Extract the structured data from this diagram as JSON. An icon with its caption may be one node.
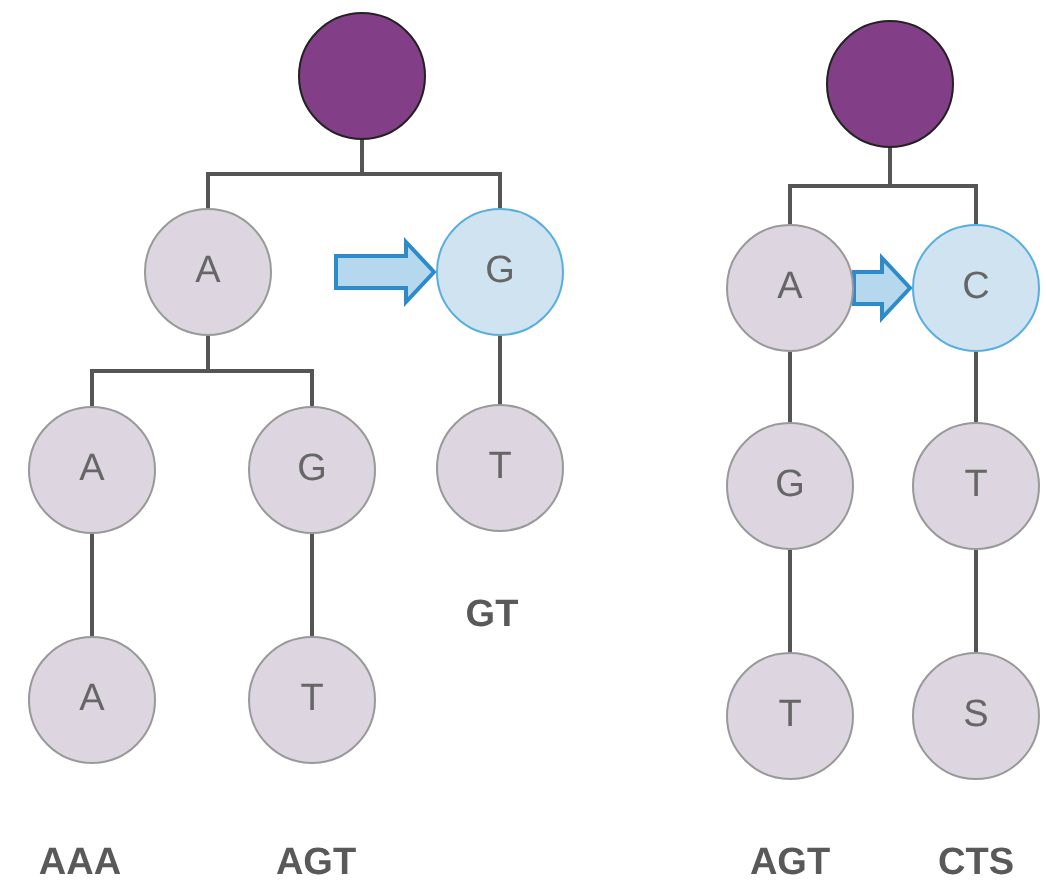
{
  "diagram": {
    "nodes": [
      {
        "text": [],
        "shape": "circle"
      },
      {
        "text": [
          "A"
        ]
      },
      {
        "text": [
          "G"
        ]
      },
      {
        "text": [
          "A"
        ]
      },
      {
        "text": [
          "G"
        ]
      },
      {
        "text": [
          "T"
        ]
      },
      {
        "text": [
          "A"
        ]
      },
      {
        "text": [
          "T"
        ]
      },
      {
        "text": [],
        "shape": "circle"
      },
      {
        "text": [
          "A"
        ]
      },
      {
        "text": [
          "C"
        ]
      },
      {
        "text": [
          "G"
        ]
      },
      {
        "text": [
          "T"
        ]
      },
      {
        "text": [
          "T"
        ]
      },
      {
        "text": [
          "S"
        ]
      }
    ],
    "edges": [
      {
        "from": 0,
        "to": 1,
        "arrow": "none"
      },
      {
        "from": 0,
        "to": 2,
        "arrow": "none"
      },
      {
        "from": 1,
        "to": 3,
        "arrow": "none"
      },
      {
        "from": 1,
        "to": 4,
        "arrow": "none"
      },
      {
        "from": 2,
        "to": 5,
        "arrow": "none"
      },
      {
        "from": 3,
        "to": 6,
        "arrow": "none"
      },
      {
        "from": 4,
        "to": 7,
        "arrow": "none"
      },
      {
        "from": 1,
        "to": 2,
        "arrow": "to",
        "style": "thick",
        "color": "#2e8bc9"
      },
      {
        "from": 8,
        "to": 9,
        "arrow": "none"
      },
      {
        "from": 8,
        "to": 10,
        "arrow": "none"
      },
      {
        "from": 9,
        "to": 11,
        "arrow": "none"
      },
      {
        "from": 10,
        "to": 12,
        "arrow": "none"
      },
      {
        "from": 11,
        "to": 13,
        "arrow": "none"
      },
      {
        "from": 12,
        "to": 14,
        "arrow": "none"
      },
      {
        "from": 9,
        "to": 10,
        "arrow": "to",
        "style": "thick",
        "color": "#2e8bc9"
      }
    ],
    "labels": [
      "GT",
      "AAA",
      "AGT",
      "AGT",
      "CTS"
    ]
  }
}
